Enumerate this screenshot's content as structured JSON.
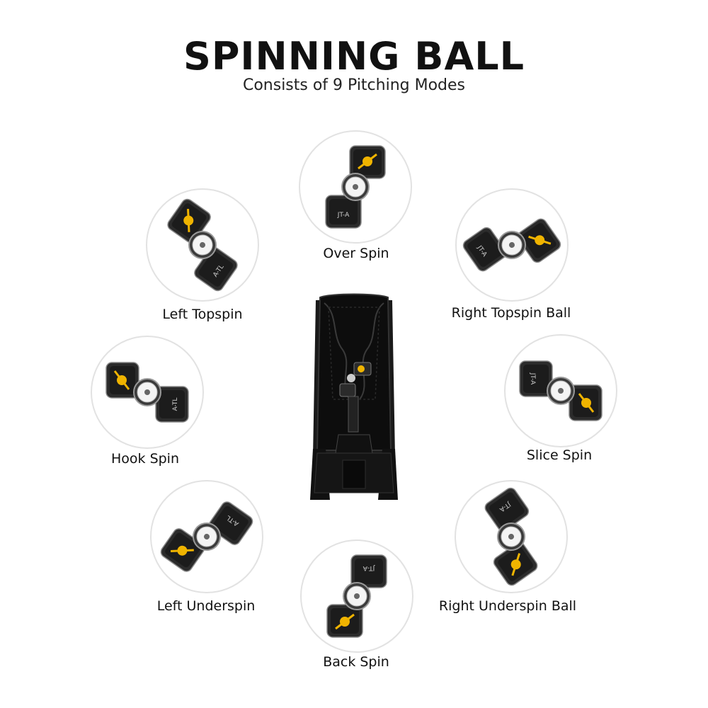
{
  "header": {
    "title": "SPINNING BALL",
    "subtitle": "Consists of 9 Pitching Modes"
  },
  "modes": [
    {
      "label": "Over Spin",
      "head_text": "JT-A",
      "rotation_deg": 0
    },
    {
      "label": "Left Topspin",
      "head_text": "A-TL",
      "rotation_deg": -55
    },
    {
      "label": "Right Topspin Ball",
      "head_text": "JT-A",
      "rotation_deg": 55
    },
    {
      "label": "Hook Spin",
      "head_text": "A-TL",
      "rotation_deg": -90
    },
    {
      "label": "Slice Spin",
      "head_text": "JT-A",
      "rotation_deg": 90
    },
    {
      "label": "Left Underspin",
      "head_text": "A-TL",
      "rotation_deg": 215
    },
    {
      "label": "Back Spin",
      "head_text": "JT-A",
      "rotation_deg": 180
    },
    {
      "label": "Right Underspin Ball",
      "head_text": "JT-A",
      "rotation_deg": 145
    }
  ],
  "colors": {
    "accent": "#f0b400",
    "head_body": "#2b2b2b",
    "ring": "#e2e2e2"
  }
}
